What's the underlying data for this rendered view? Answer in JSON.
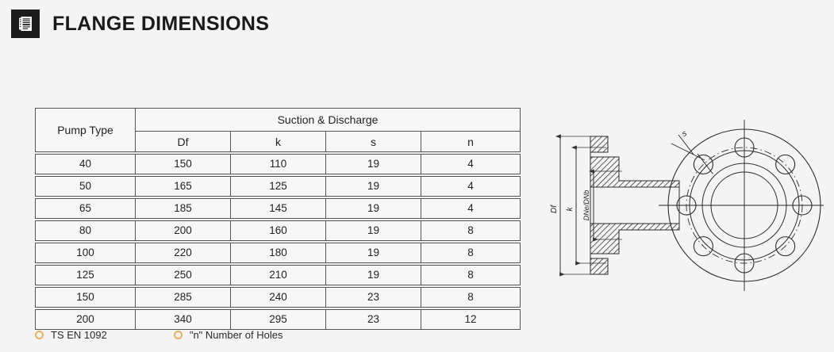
{
  "header": {
    "title": "FLANGE DIMENSIONS",
    "icon": "document-icon",
    "icon_bg": "#1c1c1c"
  },
  "table": {
    "pump_type_header": "Pump Type",
    "group_header": "Suction & Discharge",
    "sub_headers": [
      "Df",
      "k",
      "s",
      "n"
    ],
    "rows": [
      {
        "pump_type": "40",
        "Df": "150",
        "k": "110",
        "s": "19",
        "n": "4"
      },
      {
        "pump_type": "50",
        "Df": "165",
        "k": "125",
        "s": "19",
        "n": "4"
      },
      {
        "pump_type": "65",
        "Df": "185",
        "k": "145",
        "s": "19",
        "n": "4"
      },
      {
        "pump_type": "80",
        "Df": "200",
        "k": "160",
        "s": "19",
        "n": "8"
      },
      {
        "pump_type": "100",
        "Df": "220",
        "k": "180",
        "s": "19",
        "n": "8"
      },
      {
        "pump_type": "125",
        "Df": "250",
        "k": "210",
        "s": "19",
        "n": "8"
      },
      {
        "pump_type": "150",
        "Df": "285",
        "k": "240",
        "s": "23",
        "n": "8"
      },
      {
        "pump_type": "200",
        "Df": "340",
        "k": "295",
        "s": "23",
        "n": "12"
      }
    ]
  },
  "footnotes": [
    {
      "label": "TS EN 1092",
      "bullet_color": "#e4b262"
    },
    {
      "label": "\"n\" Number of Holes",
      "bullet_color": "#e4b262"
    }
  ],
  "drawing": {
    "section_labels": [
      "Df",
      "k",
      "DNe/DNb"
    ],
    "front_label": "s",
    "bolt_hole_count": 8
  },
  "colors": {
    "page_background": "#f4f4f4",
    "table_border": "#555555",
    "table_cell_background": "#f7f7f7",
    "title_text": "#1a1a1a",
    "accent": "#e4b262"
  }
}
